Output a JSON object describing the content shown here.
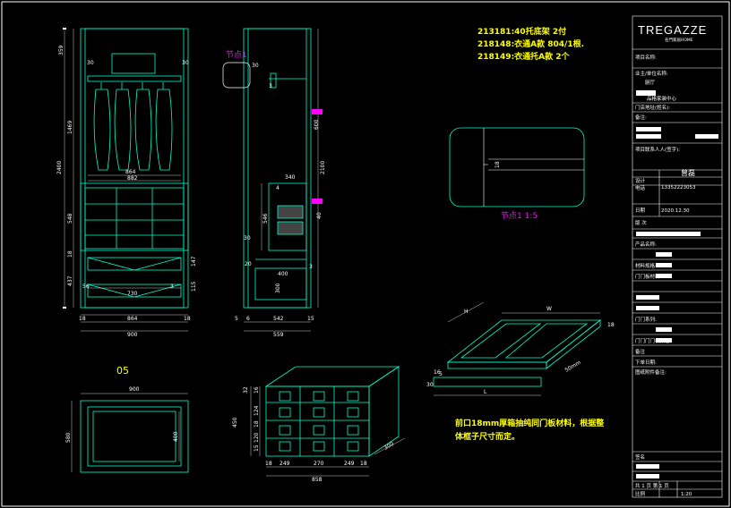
{
  "brand": {
    "logo": "TREGAZZE",
    "sub": "名門家居HOME"
  },
  "notes": {
    "line1": "213181:40托底架 2付",
    "line2": "218148:衣通A款 804/1根.",
    "line3": "218149:衣通托A款 2个",
    "door_note_1": "前口18mm厚箱抽纯同门板材料，根据整",
    "door_note_2": "体框子尺寸而定。"
  },
  "labels": {
    "node1_small": "节点1",
    "node1_detail": "节点1 1:5",
    "view_05": "05"
  },
  "front_dims": {
    "top": "30",
    "d1": "359",
    "d2": "1469",
    "d3": "548",
    "d4": "18",
    "d5": "437",
    "total": "2400",
    "w864": "864",
    "w882": "882",
    "w730": "730",
    "w900": "900",
    "w864b": "864",
    "w18a": "18",
    "w18b": "18",
    "s30": "30",
    "s3": "3",
    "s56": "56",
    "s147": "147",
    "s115": "115"
  },
  "side_dims": {
    "d30": "30",
    "d3": "3",
    "d2100": "2100",
    "d600": "600",
    "d340": "340",
    "d4": "4",
    "d546": "546",
    "d30b": "30",
    "d20": "20",
    "d400": "400",
    "d300": "300",
    "w542": "542",
    "w5": "5",
    "w15": "15",
    "w559": "559",
    "d40": "40",
    "d3b": "3",
    "d6": "6"
  },
  "bottom_dims": {
    "w900": "900",
    "h580": "580",
    "in400": "400",
    "box_h": "450",
    "b18a": "18",
    "b249": "249",
    "b270": "270",
    "b249b": "249",
    "b18b": "18",
    "w858": "858",
    "d300": "300",
    "v16": "16",
    "v124": "124",
    "v18": "18",
    "v120": "120",
    "v15": "15",
    "v32": "32"
  },
  "detail_dims": {
    "d18": "18"
  },
  "tray_dims": {
    "W": "W",
    "L": "L",
    "H": "H",
    "d18": "18",
    "d5": "5",
    "d30": "30",
    "d16": "16",
    "d50": "50mm"
  },
  "title_block": {
    "project": "项目名称:",
    "owner": "业主/单位名称:",
    "room": "厨厅",
    "company": "品格家装中心",
    "address": "门店地址(姓名):",
    "remark": "备注:",
    "contact": "项目联系人人(签字):",
    "designer_label": "设计",
    "designer": "曾磊",
    "phone_label": "电话",
    "phone": "13352223053",
    "date_label": "日期",
    "date": "2020.12.30",
    "version": "版 次",
    "r1": "产品名称:",
    "r2": "",
    "r3": "材料规格:",
    "r4": "门门板材料:",
    "r5": "",
    "r6": "",
    "r7": "门门系列:",
    "r8": "",
    "r9": "门门门门板颜色:",
    "r10": "备注",
    "r11": "下单日期:",
    "r12": "图纸附件备注:",
    "sign": "签名",
    "page": "共 1 页 第 1 页",
    "scale": "比例",
    "scale_v": "1:20"
  },
  "colors": {
    "bg": "#000000",
    "line": "#00ffcc",
    "white": "#ffffff",
    "yellow": "#ffff00",
    "magenta": "#ff00ff",
    "green": "#00ff00"
  }
}
